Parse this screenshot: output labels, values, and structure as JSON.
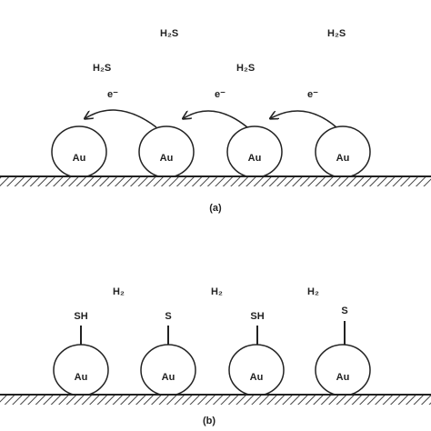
{
  "panel_a": {
    "label": "(a)",
    "gas_labels": [
      "H₂S",
      "H₂S",
      "H₂S",
      "H₂S"
    ],
    "electron_label": "e⁻",
    "particle_label": "Au"
  },
  "panel_b": {
    "label": "(b)",
    "gas_labels": [
      "H₂",
      "H₂",
      "H₂"
    ],
    "ligands": [
      "SH",
      "S",
      "SH",
      "S"
    ],
    "particle_label": "Au"
  }
}
